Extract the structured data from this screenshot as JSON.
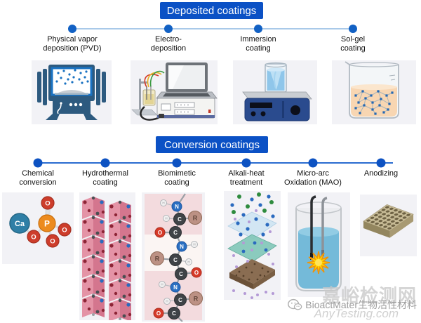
{
  "deposited": {
    "title": "Deposited coatings",
    "items": [
      {
        "label": "Physical vapor\ndeposition (PVD)"
      },
      {
        "label": "Electro-\ndeposition"
      },
      {
        "label": "Immersion\ncoating"
      },
      {
        "label": "Sol-gel\ncoating"
      }
    ]
  },
  "conversion": {
    "title": "Conversion coatings",
    "items": [
      {
        "label": "Chemical\nconversion"
      },
      {
        "label": "Hydrothermal\ncoating"
      },
      {
        "label": "Biomimetic\ncoating"
      },
      {
        "label": "Alkali-heat\ntreatment"
      },
      {
        "label": "Micro-arc\nOxidation (MAO)"
      },
      {
        "label": "Anodizing"
      }
    ]
  },
  "atoms": {
    "ca": "Ca",
    "p": "P",
    "o": "O",
    "n": "N",
    "c": "C",
    "r": "R",
    "h": "H"
  },
  "watermark": {
    "site_name": "嘉峪检测网",
    "site_url": "AnyTesting.com",
    "credit": "BioactMater生物活性材料"
  },
  "colors": {
    "header_bg": "#0b51c5",
    "timeline_top": "#a9c9e9",
    "timeline_bottom": "#2a6cd0",
    "dot_top": "#1261c4",
    "dot_bottom": "#0d52c2",
    "tile_bg": "#f2f2f6"
  }
}
